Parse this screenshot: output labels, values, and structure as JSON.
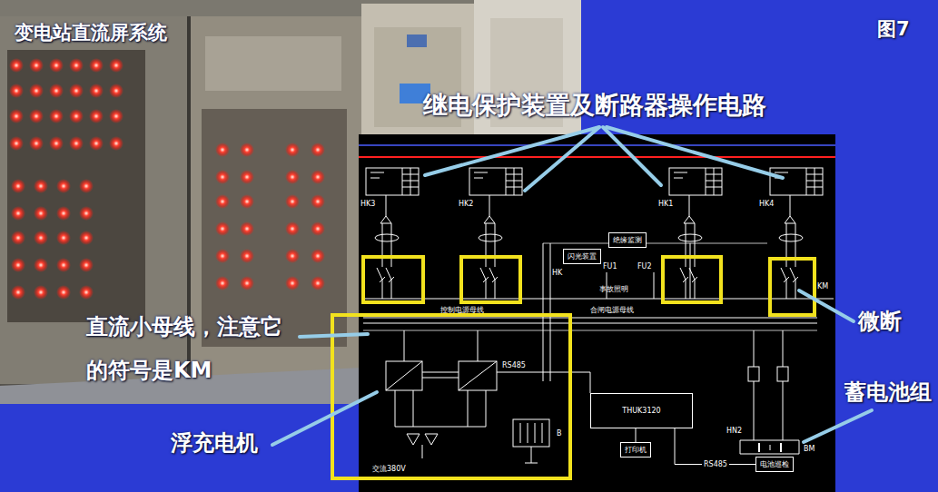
{
  "diagram": {
    "title": "变电站直流屏系统",
    "nodes": [
      {
        "text": [
          "闪光装置"
        ]
      },
      {
        "text": [
          "绝缘监测"
        ]
      },
      {
        "text": [
          "THUK3120"
        ]
      },
      {
        "text": [
          "打印机"
        ]
      },
      {
        "text": [
          "电池巡检"
        ]
      }
    ],
    "edges": [
      {
        "from": 2,
        "to": 3,
        "arrow": "none"
      },
      {
        "from": 4,
        "to": 2,
        "label": "RS485",
        "arrow": "none"
      }
    ],
    "labels": [
      "图7",
      "继电保护装置及断路器操作电路",
      "直流小母线，注意它 的符号是KM",
      "浮充电机",
      "微断",
      "蓄电池组",
      "HK3",
      "HK2",
      "HK1",
      "HK4",
      "FU1",
      "FU2",
      "HK",
      "事故照明",
      "控制电源母线",
      "合闸电源母线",
      "RS485",
      "B",
      "交流380V",
      "KM",
      "HN2",
      "BM"
    ]
  }
}
